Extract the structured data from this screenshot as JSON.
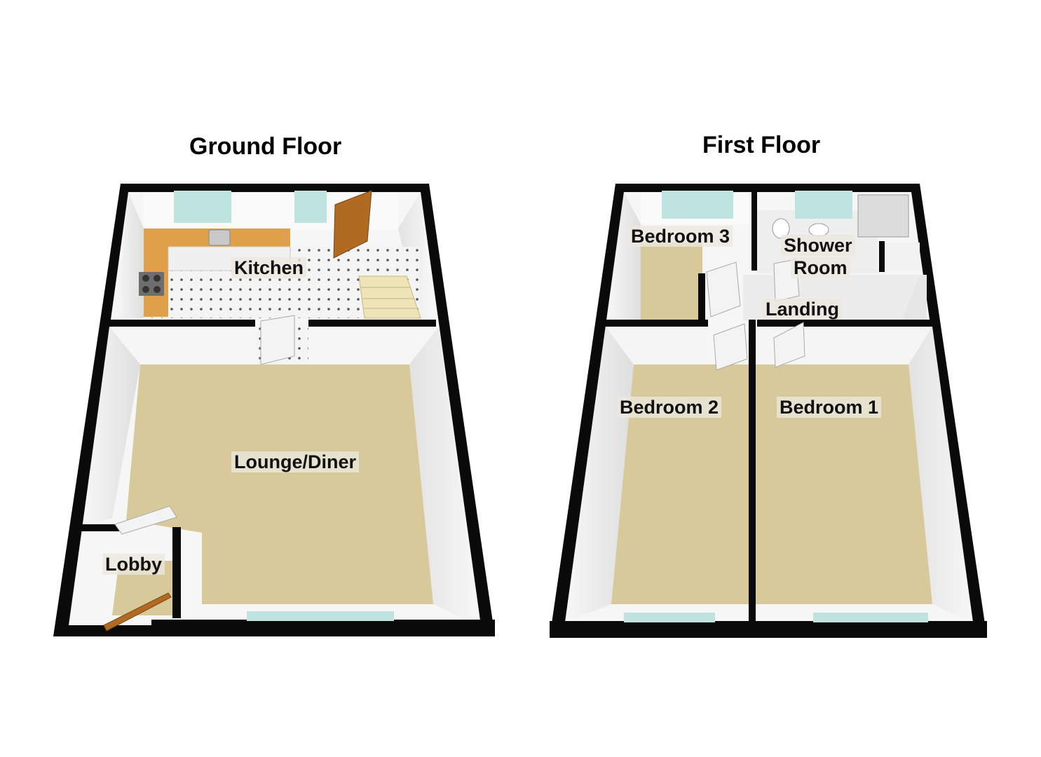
{
  "floors": {
    "ground": {
      "title": "Ground Floor",
      "rooms": {
        "kitchen": "Kitchen",
        "lounge": "Lounge/Diner",
        "lobby": "Lobby"
      }
    },
    "first": {
      "title": "First Floor",
      "rooms": {
        "bedroom3": "Bedroom 3",
        "shower_line1": "Shower",
        "shower_line2": "Room",
        "landing": "Landing",
        "bedroom2": "Bedroom 2",
        "bedroom1": "Bedroom 1"
      }
    }
  },
  "colors": {
    "wall": "#0a0a0a",
    "inner_wall": "#f2f2f2",
    "carpet": "#d8c99a",
    "kitchen_floor": "#eeeeee",
    "worktop": "#e0a04a",
    "window": "#bfe3de",
    "door": "#b06a22"
  }
}
